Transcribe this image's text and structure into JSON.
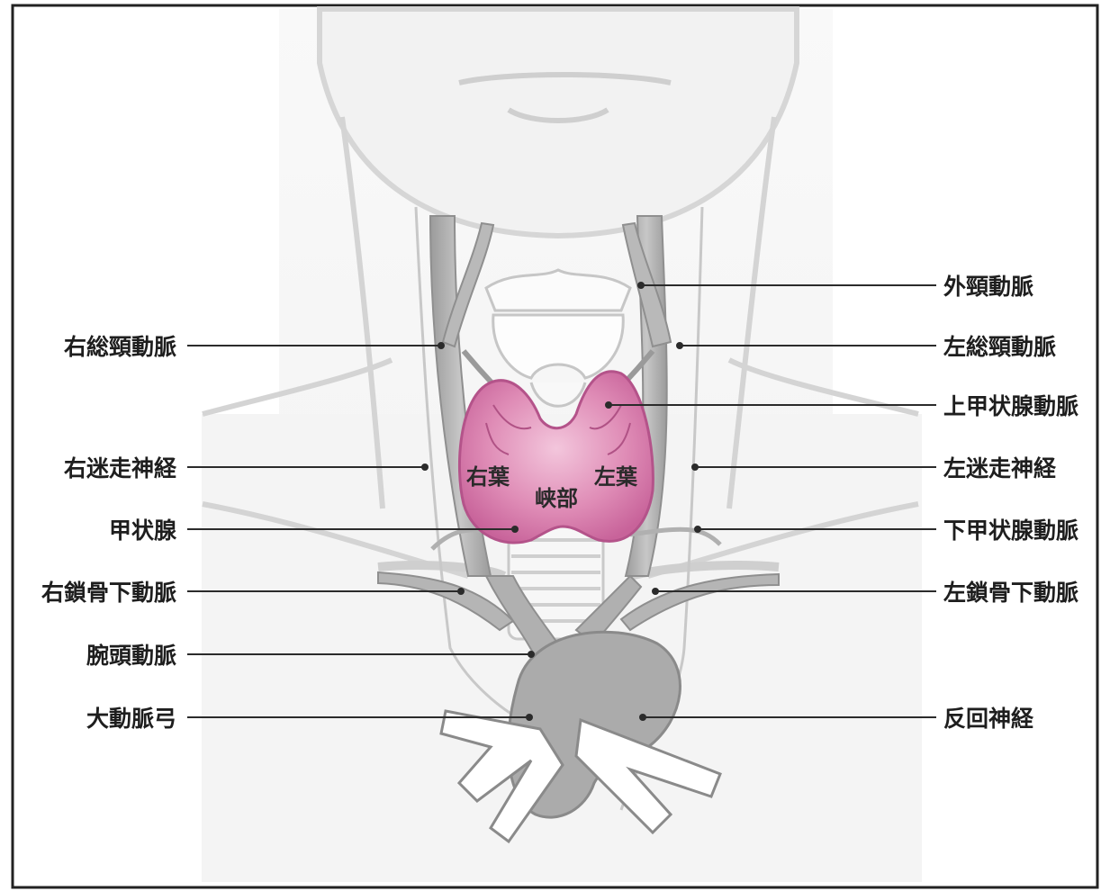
{
  "diagram": {
    "labels_left": [
      {
        "id": "right-common-carotid",
        "text": "右総頸動脈"
      },
      {
        "id": "right-vagus",
        "text": "右迷走神経"
      },
      {
        "id": "thyroid",
        "text": "甲状腺"
      },
      {
        "id": "right-subclavian",
        "text": "右鎖骨下動脈"
      },
      {
        "id": "brachiocephalic",
        "text": "腕頭動脈"
      },
      {
        "id": "aortic-arch",
        "text": "大動脈弓"
      }
    ],
    "labels_right": [
      {
        "id": "external-carotid",
        "text": "外頸動脈"
      },
      {
        "id": "left-common-carotid",
        "text": "左総頸動脈"
      },
      {
        "id": "superior-thyroid",
        "text": "上甲状腺動脈"
      },
      {
        "id": "left-vagus",
        "text": "左迷走神経"
      },
      {
        "id": "inferior-thyroid",
        "text": "下甲状腺動脈"
      },
      {
        "id": "left-subclavian",
        "text": "左鎖骨下動脈"
      },
      {
        "id": "recurrent-laryngeal",
        "text": "反回神経"
      }
    ],
    "thyroid_parts": {
      "right_lobe": "右葉",
      "left_lobe": "左葉",
      "isthmus": "峡部"
    },
    "colors": {
      "thyroid": "#d977a8",
      "vessels": "#a9a9a9",
      "outline": "#d0d0d0",
      "leader": "#2b2b2b"
    }
  }
}
